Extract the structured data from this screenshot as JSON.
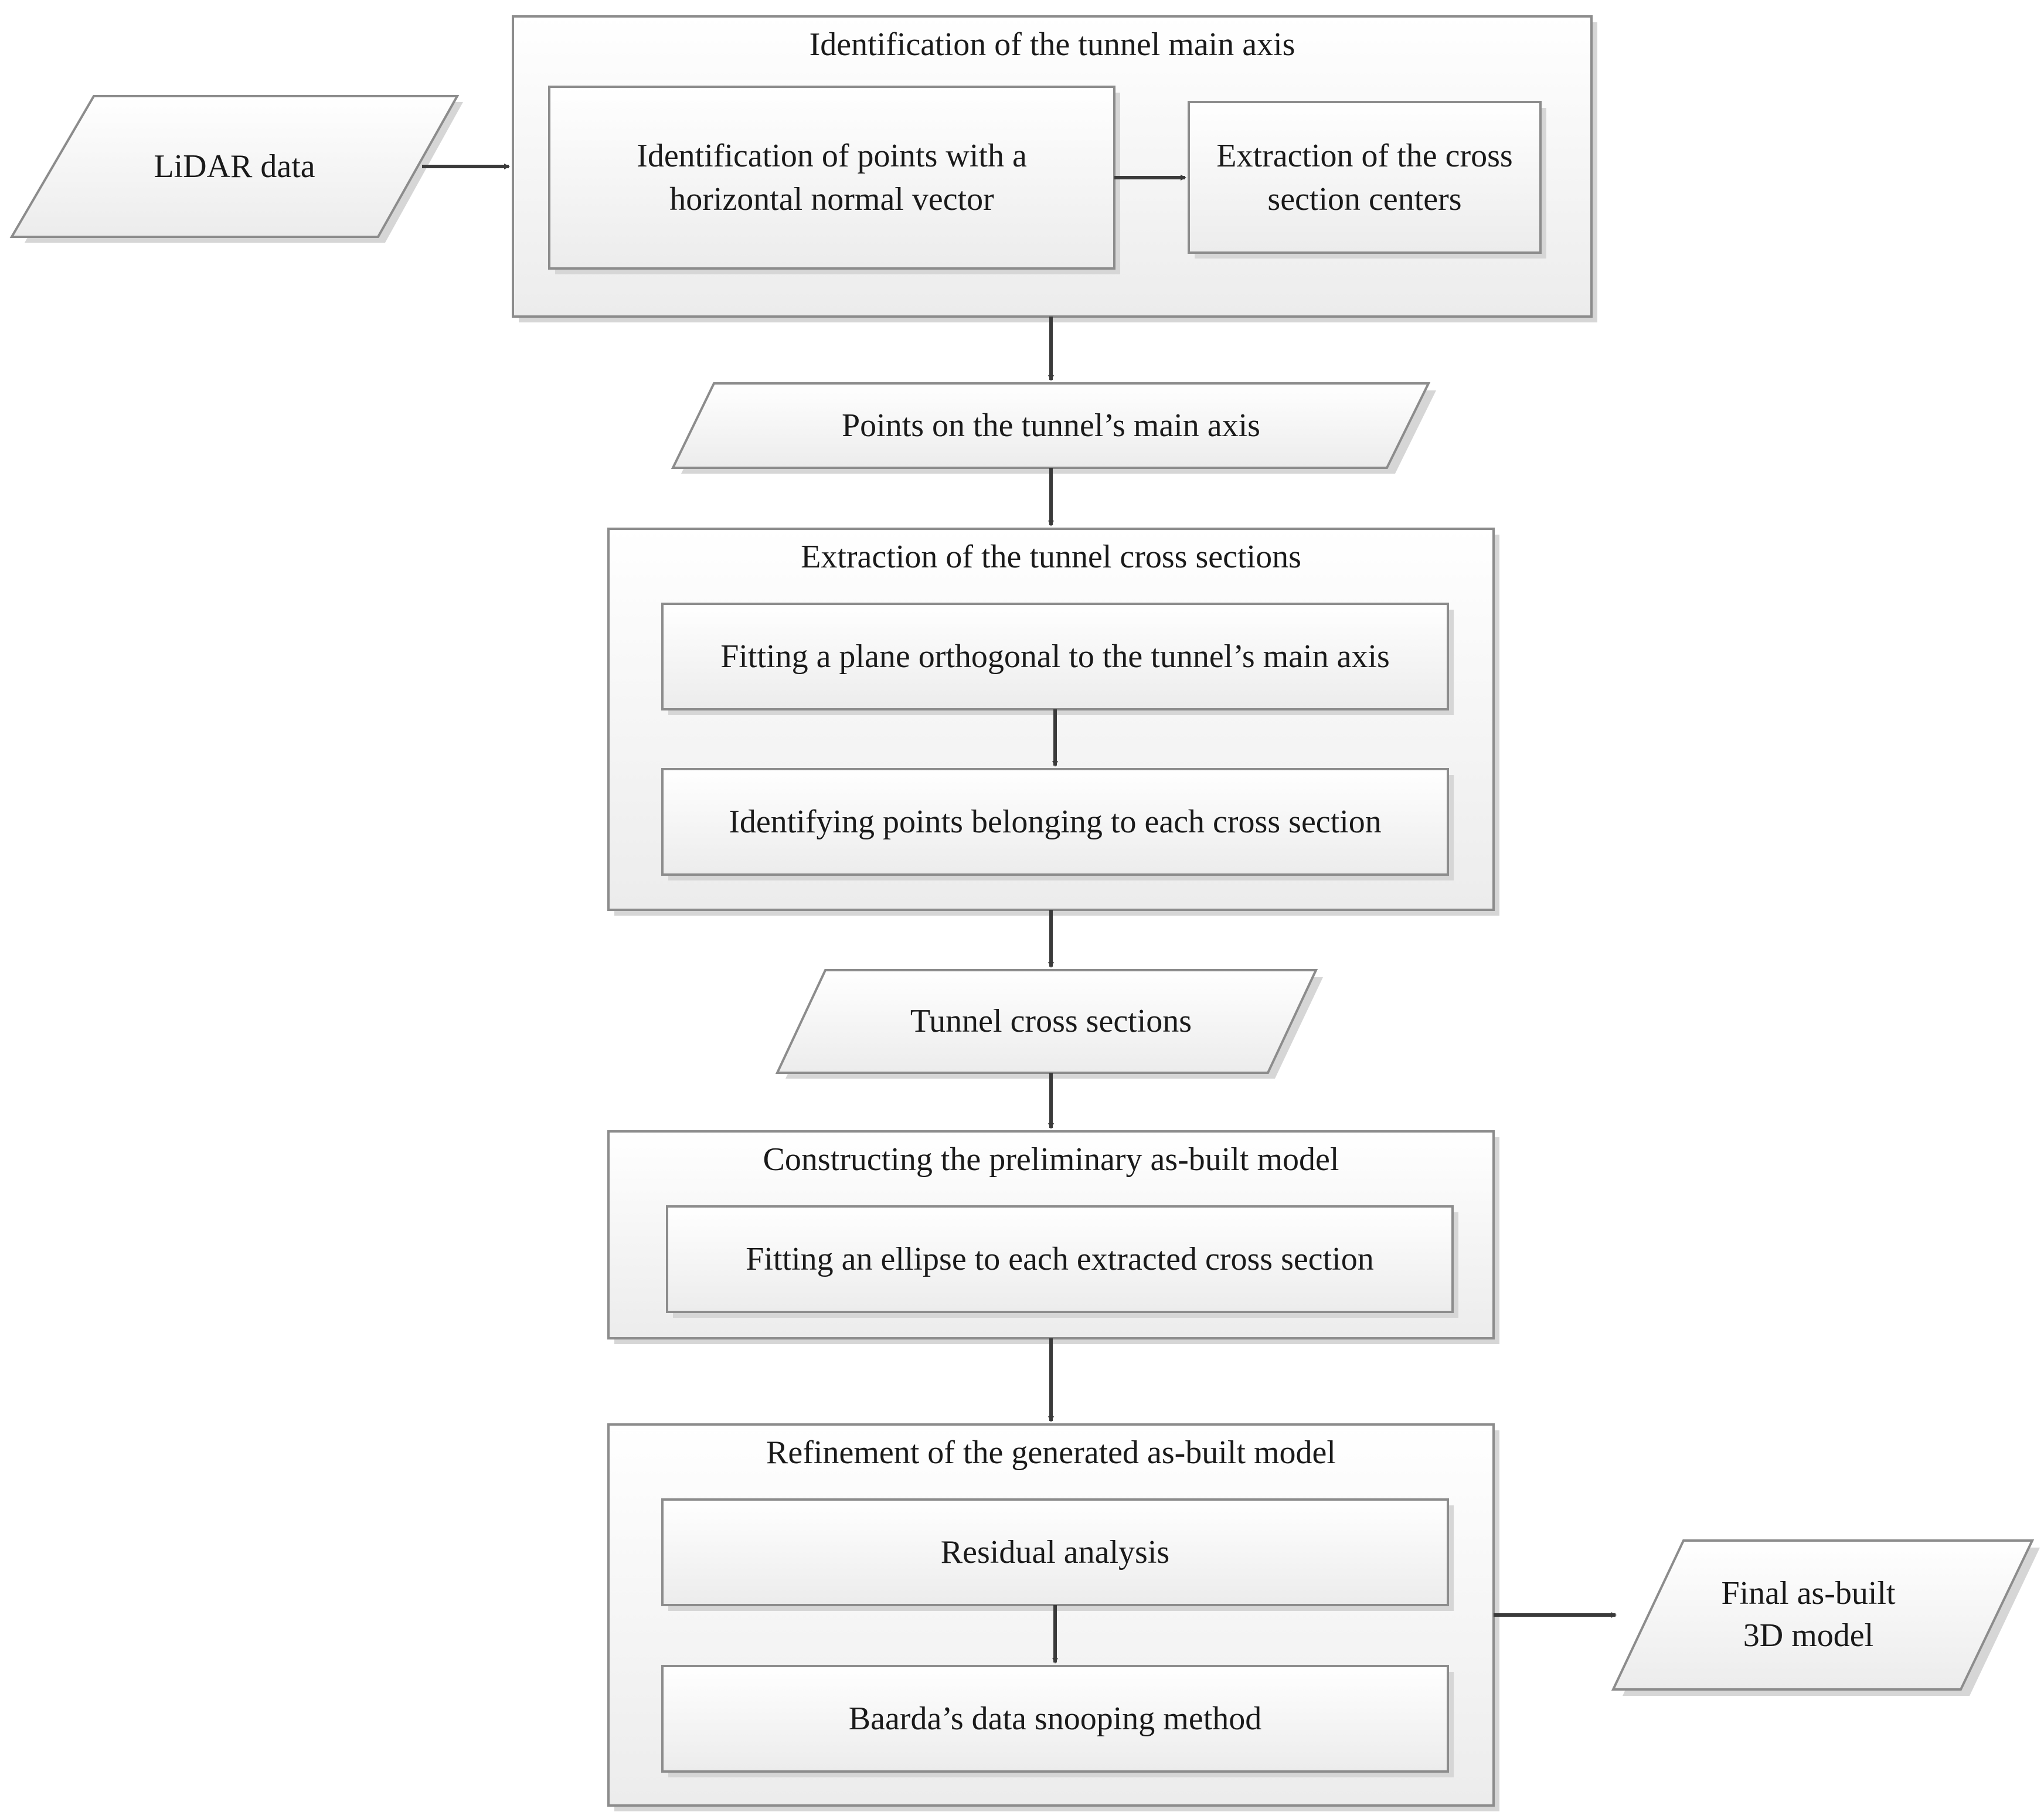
{
  "colors": {
    "box_fill_top": "#ffffff",
    "box_fill_bottom": "#ececec",
    "box_stroke": "#8c8c8c",
    "arrow": "#3a3a3a",
    "text": "#1a1a1a"
  },
  "inputs": {
    "lidar": "LiDAR data"
  },
  "group1": {
    "title": "Identification of the tunnel main axis",
    "step1": [
      "Identification of points with a",
      "horizontal normal vector"
    ],
    "step2": [
      "Extraction of the cross",
      "section centers"
    ]
  },
  "data1": "Points on the tunnel’s main axis",
  "group2": {
    "title": "Extraction of the tunnel cross sections",
    "step1": "Fitting a plane orthogonal to the tunnel’s main axis",
    "step2": "Identifying points belonging to each cross section"
  },
  "data2": "Tunnel cross sections",
  "group3": {
    "title": "Constructing the preliminary as-built model",
    "step1": "Fitting an ellipse to each extracted cross section"
  },
  "group4": {
    "title": "Refinement of the generated as-built model",
    "step1": "Residual analysis",
    "step2": "Baarda’s data snooping method"
  },
  "output": [
    "Final as-built",
    "3D model"
  ]
}
